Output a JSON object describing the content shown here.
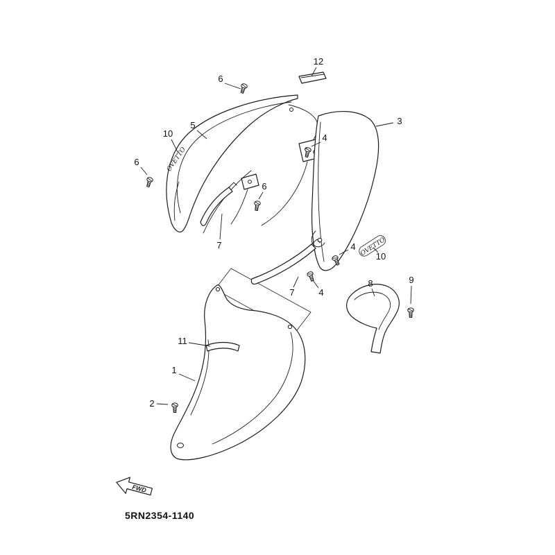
{
  "part_number": "5RN2354-1140",
  "fwd_label": "FWD",
  "emblem_upper": "OVETTO",
  "emblem_lower": "OVETTO",
  "callouts": [
    {
      "label": "6"
    },
    {
      "label": "12"
    },
    {
      "label": "10"
    },
    {
      "label": "5"
    },
    {
      "label": "3"
    },
    {
      "label": "4"
    },
    {
      "label": "6"
    },
    {
      "label": "6"
    },
    {
      "label": "7"
    },
    {
      "label": "4"
    },
    {
      "label": "10"
    },
    {
      "label": "7"
    },
    {
      "label": "4"
    },
    {
      "label": "8"
    },
    {
      "label": "9"
    },
    {
      "label": "11"
    },
    {
      "label": "1"
    },
    {
      "label": "2"
    }
  ]
}
